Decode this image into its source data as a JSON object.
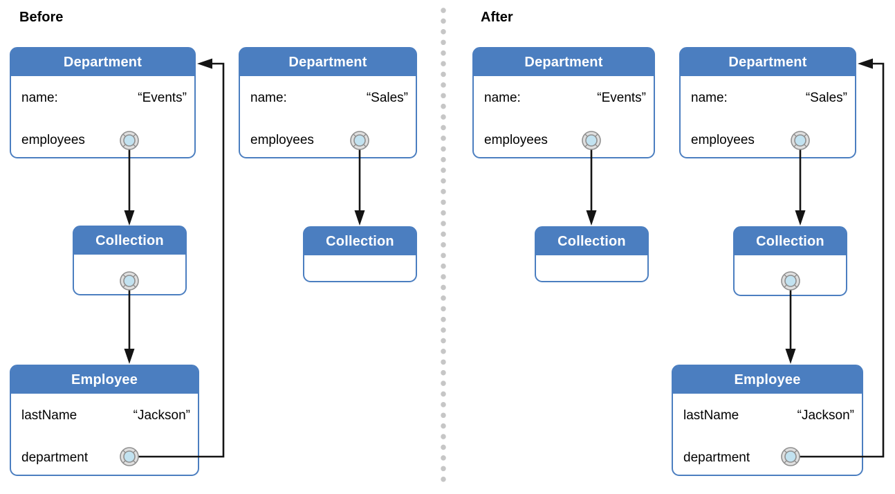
{
  "panels": {
    "before": {
      "label": "Before",
      "department_events": {
        "title": "Department",
        "name_label": "name:",
        "name_value": "“Events”",
        "relationship_label": "employees"
      },
      "department_sales": {
        "title": "Department",
        "name_label": "name:",
        "name_value": "“Sales”",
        "relationship_label": "employees"
      },
      "collection_events": {
        "title": "Collection"
      },
      "collection_sales": {
        "title": "Collection"
      },
      "employee": {
        "title": "Employee",
        "name_label": "lastName",
        "name_value": "“Jackson”",
        "relationship_label": "department"
      }
    },
    "after": {
      "label": "After",
      "department_events": {
        "title": "Department",
        "name_label": "name:",
        "name_value": "“Events”",
        "relationship_label": "employees"
      },
      "department_sales": {
        "title": "Department",
        "name_label": "name:",
        "name_value": "“Sales”",
        "relationship_label": "employees"
      },
      "collection_events": {
        "title": "Collection"
      },
      "collection_sales": {
        "title": "Collection"
      },
      "employee": {
        "title": "Employee",
        "name_label": "lastName",
        "name_value": "“Jackson”",
        "relationship_label": "department"
      }
    }
  },
  "icons": {
    "relationship_port": "circular to-many relationship port (gray ring with light-blue center)"
  },
  "colors": {
    "node_blue": "#4b7ec0",
    "header_text": "#ffffff",
    "port_ring_fill": "#dfdfdf",
    "port_ring_stroke": "#8f8f8f",
    "port_inner_blue": "#c2e2f0",
    "arrow_black": "#141414",
    "divider_dot_gray": "#c6c6c6",
    "body_text": "#000000"
  }
}
